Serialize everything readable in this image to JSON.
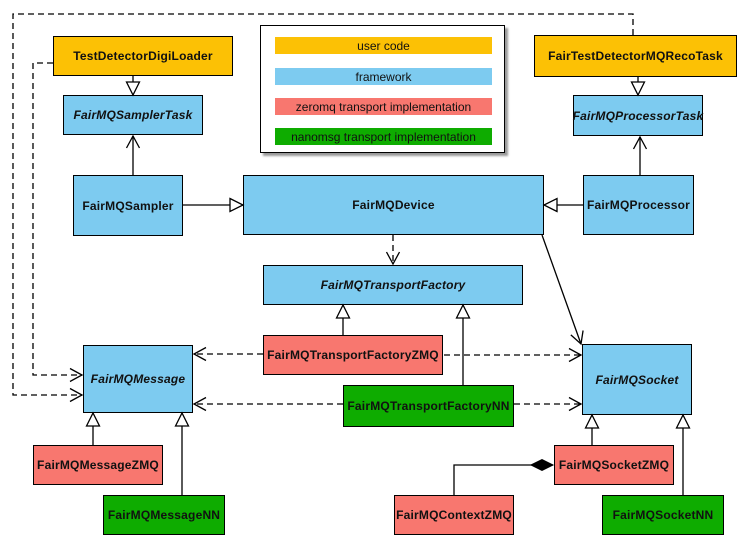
{
  "diagram": {
    "kind": "uml-class-diagram",
    "legend": {
      "items": [
        {
          "label": "user code",
          "color": "#FCC105"
        },
        {
          "label": "framework",
          "color": "#7DCBF0"
        },
        {
          "label": "zeromq transport implementation",
          "color": "#F8776F"
        },
        {
          "label": "nanomsg transport implementation",
          "color": "#0EAC00"
        }
      ]
    },
    "nodes": {
      "digiloader": {
        "label": "TestDetectorDigiLoader",
        "category": "user code",
        "abstract": false
      },
      "recotask": {
        "label": "FairTestDetectorMQRecoTask",
        "category": "user code",
        "abstract": false
      },
      "samplertask": {
        "label": "FairMQSamplerTask",
        "category": "framework",
        "abstract": true
      },
      "processortask": {
        "label": "FairMQProcessorTask",
        "category": "framework",
        "abstract": true
      },
      "sampler": {
        "label": "FairMQSampler",
        "category": "framework",
        "abstract": false
      },
      "device": {
        "label": "FairMQDevice",
        "category": "framework",
        "abstract": false
      },
      "processor": {
        "label": "FairMQProcessor",
        "category": "framework",
        "abstract": false
      },
      "transportfactory": {
        "label": "FairMQTransportFactory",
        "category": "framework",
        "abstract": true
      },
      "transportfactoryzmq": {
        "label": "FairMQTransportFactoryZMQ",
        "category": "zeromq",
        "abstract": false
      },
      "transportfactorynn": {
        "label": "FairMQTransportFactoryNN",
        "category": "nanomsg",
        "abstract": false
      },
      "message": {
        "label": "FairMQMessage",
        "category": "framework",
        "abstract": true
      },
      "socket": {
        "label": "FairMQSocket",
        "category": "framework",
        "abstract": true
      },
      "messagezmq": {
        "label": "FairMQMessageZMQ",
        "category": "zeromq",
        "abstract": false
      },
      "messagenn": {
        "label": "FairMQMessageNN",
        "category": "nanomsg",
        "abstract": false
      },
      "socketzmq": {
        "label": "FairMQSocketZMQ",
        "category": "zeromq",
        "abstract": false
      },
      "contextzmq": {
        "label": "FairMQContextZMQ",
        "category": "zeromq",
        "abstract": false
      },
      "socketnn": {
        "label": "FairMQSocketNN",
        "category": "nanomsg",
        "abstract": false
      }
    },
    "edges": [
      {
        "from": "TestDetectorDigiLoader",
        "to": "FairMQSamplerTask",
        "type": "inheritance"
      },
      {
        "from": "FairTestDetectorMQRecoTask",
        "to": "FairMQProcessorTask",
        "type": "inheritance"
      },
      {
        "from": "FairMQSampler",
        "to": "FairMQDevice",
        "type": "inheritance"
      },
      {
        "from": "FairMQProcessor",
        "to": "FairMQDevice",
        "type": "inheritance"
      },
      {
        "from": "FairMQSampler",
        "to": "FairMQSamplerTask",
        "type": "association"
      },
      {
        "from": "FairMQProcessor",
        "to": "FairMQProcessorTask",
        "type": "association"
      },
      {
        "from": "FairMQDevice",
        "to": "FairMQTransportFactory",
        "type": "dependency"
      },
      {
        "from": "FairMQDevice",
        "to": "FairMQSocket",
        "type": "association"
      },
      {
        "from": "FairMQTransportFactoryZMQ",
        "to": "FairMQTransportFactory",
        "type": "inheritance"
      },
      {
        "from": "FairMQTransportFactoryNN",
        "to": "FairMQTransportFactory",
        "type": "inheritance"
      },
      {
        "from": "FairMQTransportFactoryZMQ",
        "to": "FairMQMessage",
        "type": "dependency"
      },
      {
        "from": "FairMQTransportFactoryZMQ",
        "to": "FairMQSocket",
        "type": "dependency"
      },
      {
        "from": "FairMQTransportFactoryNN",
        "to": "FairMQMessage",
        "type": "dependency"
      },
      {
        "from": "FairMQTransportFactoryNN",
        "to": "FairMQSocket",
        "type": "dependency"
      },
      {
        "from": "TestDetectorDigiLoader",
        "to": "FairMQMessage",
        "type": "dependency"
      },
      {
        "from": "FairTestDetectorMQRecoTask",
        "to": "FairMQMessage",
        "type": "dependency"
      },
      {
        "from": "FairMQMessageZMQ",
        "to": "FairMQMessage",
        "type": "inheritance"
      },
      {
        "from": "FairMQMessageNN",
        "to": "FairMQMessage",
        "type": "inheritance"
      },
      {
        "from": "FairMQSocketZMQ",
        "to": "FairMQSocket",
        "type": "inheritance"
      },
      {
        "from": "FairMQSocketNN",
        "to": "FairMQSocket",
        "type": "inheritance"
      },
      {
        "from": "FairMQContextZMQ",
        "to": "FairMQSocketZMQ",
        "type": "composition"
      }
    ],
    "colors": {
      "background": "#FFFFFF",
      "line": "#000000",
      "user_code": "#FCC105",
      "framework": "#7DCBF0",
      "zeromq": "#F8776F",
      "nanomsg": "#0EAC00"
    }
  }
}
